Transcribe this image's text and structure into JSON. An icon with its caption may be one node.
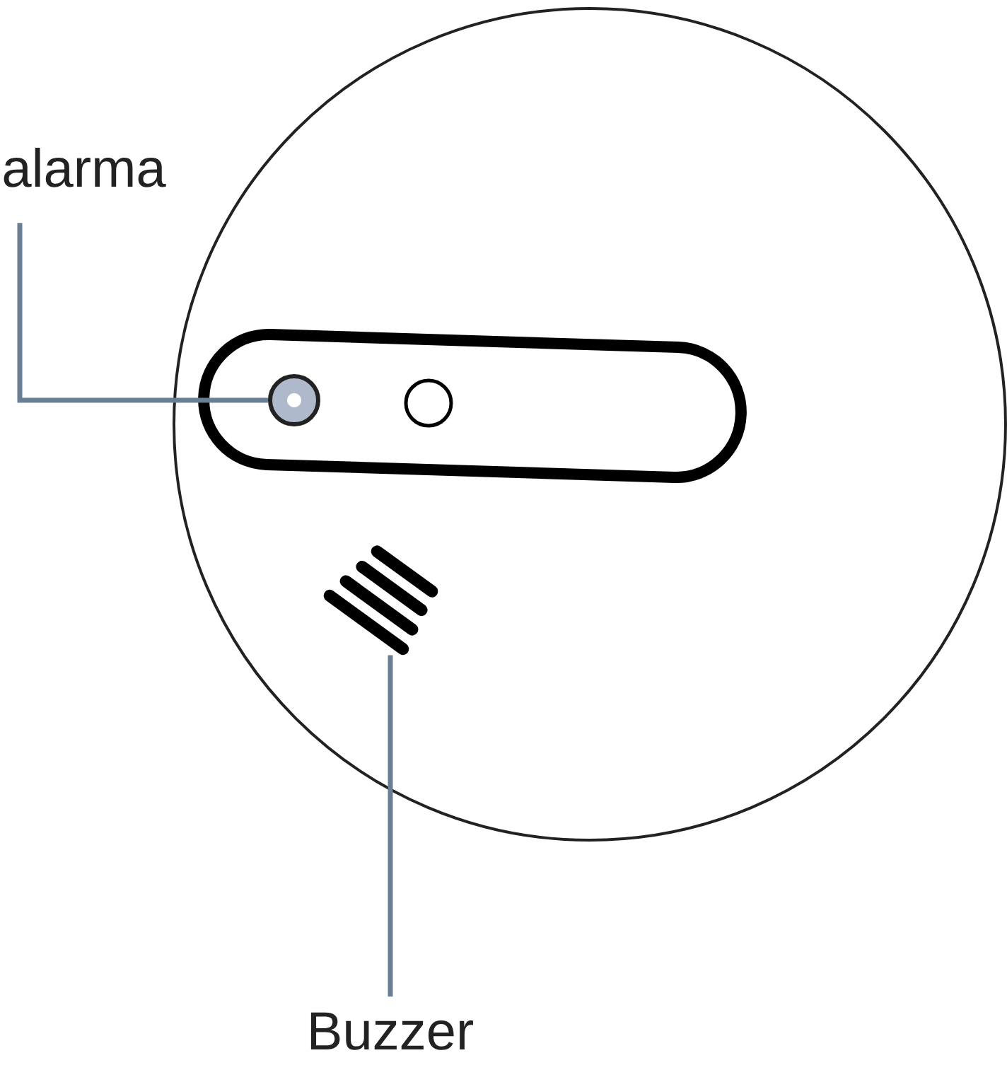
{
  "diagram": {
    "nodes": [
      {
        "text": [
          "alarma"
        ]
      },
      {
        "text": [],
        "shape": "circle"
      },
      {
        "text": [],
        "shape": "picture"
      },
      {
        "text": [
          "Buzzer"
        ]
      }
    ],
    "edges": [
      {
        "from": 0,
        "to": 1,
        "arrow": "none"
      },
      {
        "from": 3,
        "to": 2,
        "arrow": "none"
      }
    ]
  }
}
